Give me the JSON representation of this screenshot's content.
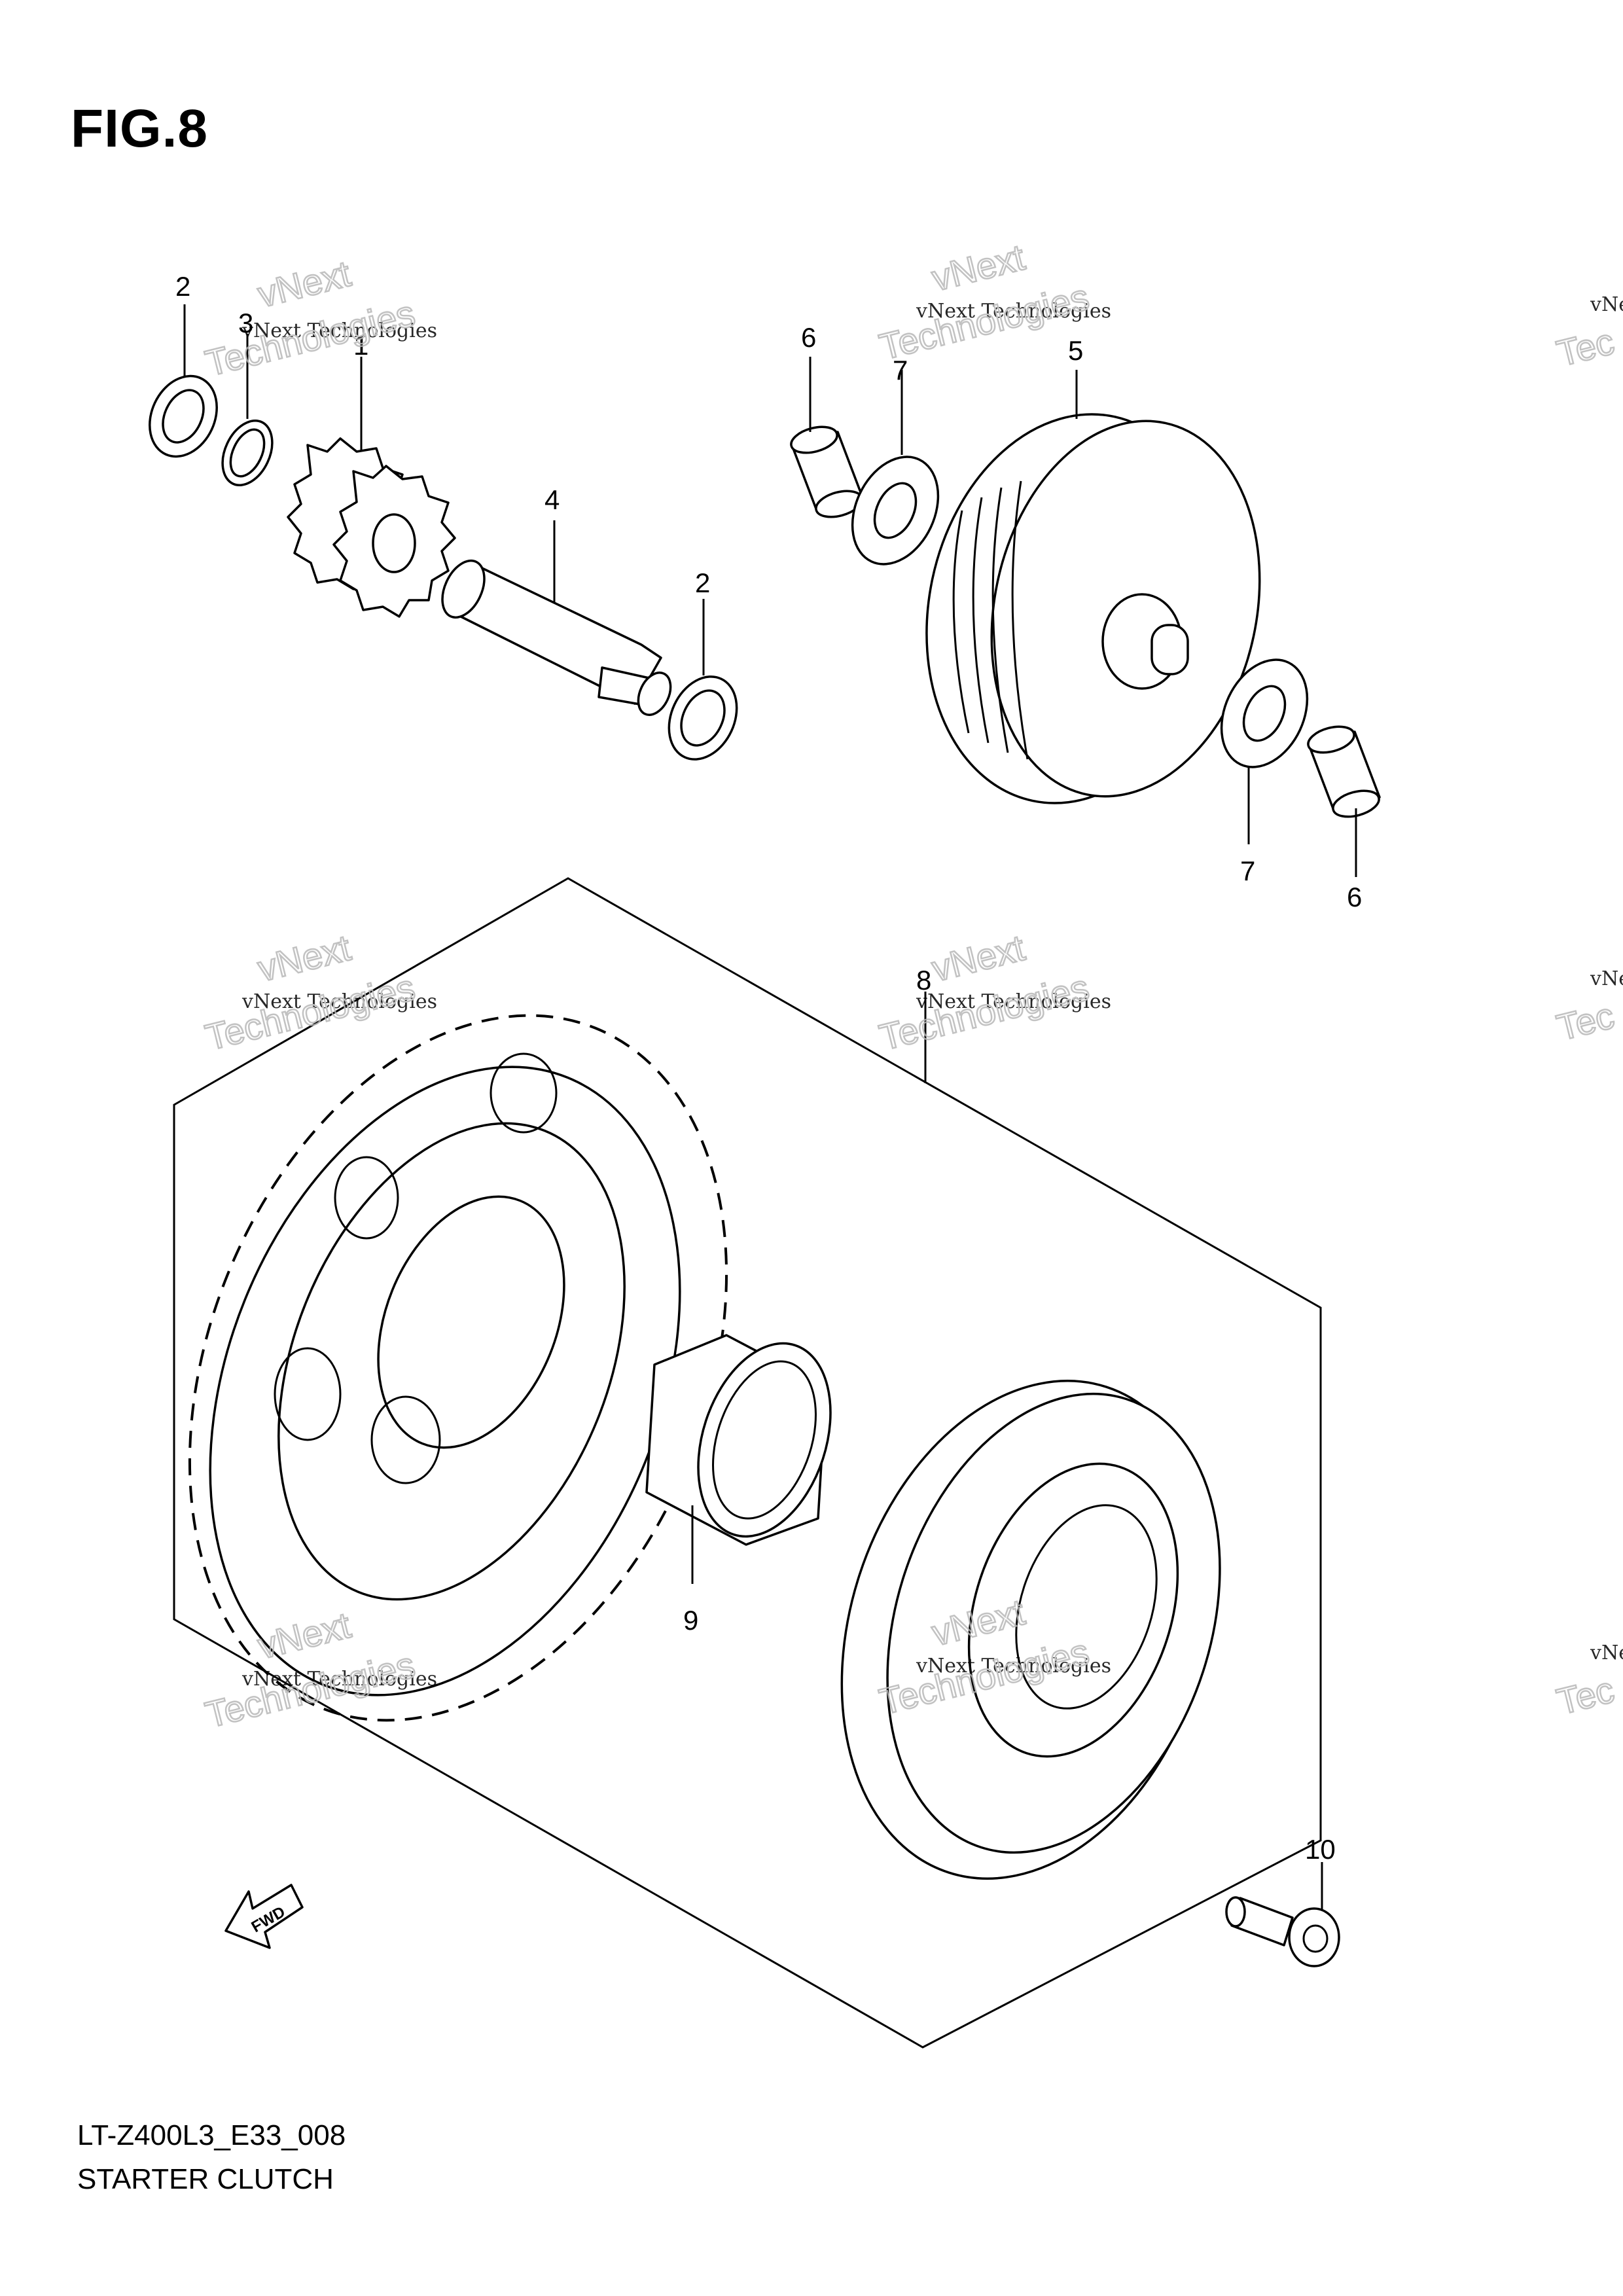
{
  "figure": {
    "title": "FIG.8"
  },
  "callouts": [
    {
      "id": "c2a",
      "label": "2"
    },
    {
      "id": "c3",
      "label": "3"
    },
    {
      "id": "c1",
      "label": "1"
    },
    {
      "id": "c4",
      "label": "4"
    },
    {
      "id": "c2b",
      "label": "2"
    },
    {
      "id": "c6a",
      "label": "6"
    },
    {
      "id": "c7a",
      "label": "7"
    },
    {
      "id": "c5",
      "label": "5"
    },
    {
      "id": "c7b",
      "label": "7"
    },
    {
      "id": "c6b",
      "label": "6"
    },
    {
      "id": "c8",
      "label": "8"
    },
    {
      "id": "c9",
      "label": "9"
    },
    {
      "id": "c10",
      "label": "10"
    }
  ],
  "watermark": {
    "line1": "vNext Technologies",
    "outline_word1": "vNext",
    "outline_word2": "Technologies",
    "edge_fragment1": "vNe",
    "edge_fragment2": "Tec"
  },
  "fwd_label": "FWD",
  "footer": {
    "code": "LT-Z400L3_E33_008",
    "name": "STARTER CLUTCH"
  }
}
